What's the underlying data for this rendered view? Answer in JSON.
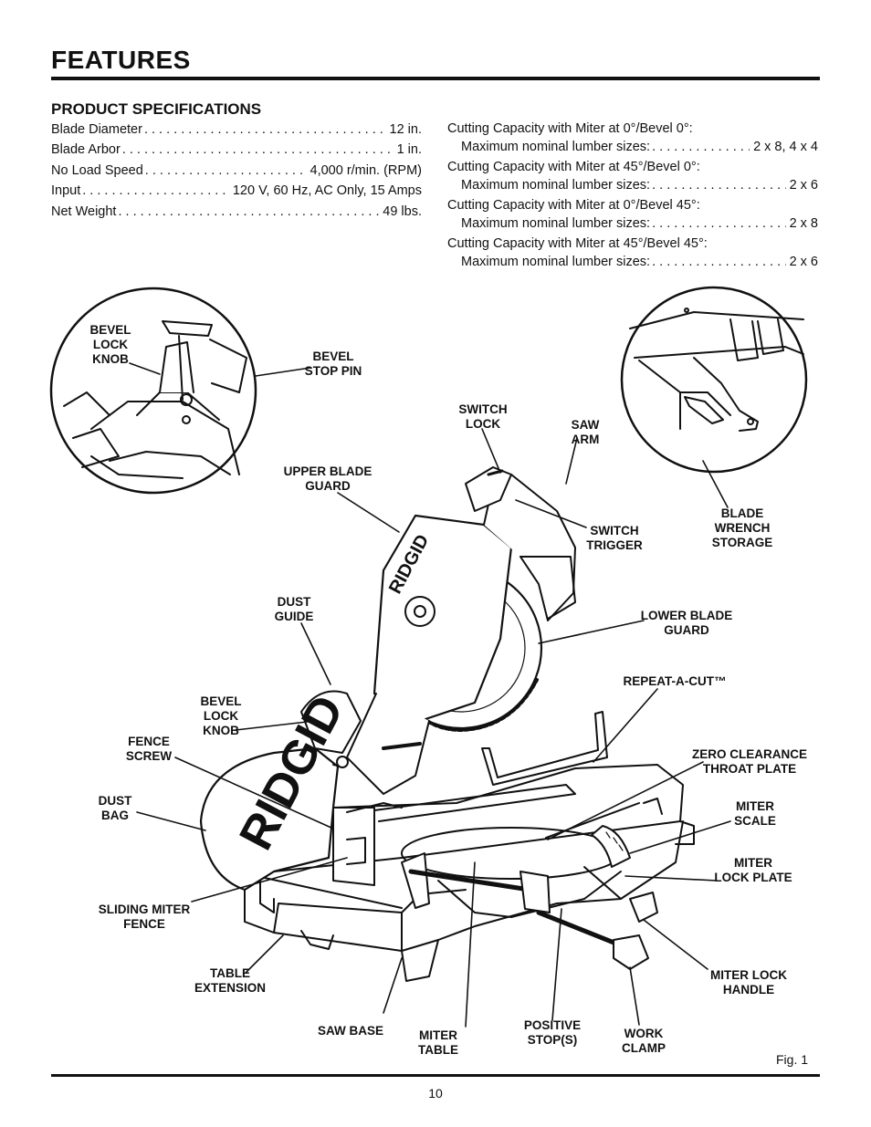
{
  "page": {
    "title": "FEATURES",
    "section_title": "PRODUCT SPECIFICATIONS",
    "figure_label": "Fig. 1",
    "page_number": "10"
  },
  "specs": [
    {
      "label": "Blade Diameter",
      "value": "12 in."
    },
    {
      "label": "Blade Arbor",
      "value": "1 in."
    },
    {
      "label": "No Load Speed",
      "value": "4,000 r/min. (RPM)"
    },
    {
      "label": "Input",
      "value": "120 V, 60 Hz, AC Only, 15 Amps"
    },
    {
      "label": "Net Weight",
      "value": "49 lbs."
    }
  ],
  "capacities": [
    {
      "heading": "Cutting Capacity with Miter at 0°/Bevel 0°:",
      "label": "Maximum nominal lumber sizes:",
      "value": "2 x 8, 4 x 4"
    },
    {
      "heading": "Cutting Capacity with Miter at 45°/Bevel 0°:",
      "label": "Maximum nominal lumber sizes:",
      "value": "2 x 6"
    },
    {
      "heading": "Cutting Capacity with Miter at 0°/Bevel 45°:",
      "label": "Maximum nominal lumber sizes:",
      "value": "2 x 8"
    },
    {
      "heading": "Cutting Capacity with Miter at 45°/Bevel 45°:",
      "label": "Maximum nominal lumber sizes:",
      "value": "2 x 6"
    }
  ],
  "diagram": {
    "brand_logo": "RIDGID",
    "bag_logo": "RIDGID",
    "callouts": {
      "bevel_lock_knob_inset": "BEVEL\nLOCK\nKNOB",
      "bevel_stop_pin": "BEVEL\nSTOP PIN",
      "switch_lock": "SWITCH\nLOCK",
      "saw_arm": "SAW\nARM",
      "upper_blade_guard": "UPPER BLADE\nGUARD",
      "switch_trigger": "SWITCH\nTRIGGER",
      "blade_wrench_storage": "BLADE\nWRENCH\nSTORAGE",
      "dust_guide": "DUST\nGUIDE",
      "lower_blade_guard": "LOWER BLADE\nGUARD",
      "repeat_a_cut": "REPEAT-A-CUT™",
      "bevel_lock_knob": "BEVEL\nLOCK\nKNOB",
      "fence_screw": "FENCE\nSCREW",
      "zero_clearance": "ZERO CLEARANCE\nTHROAT PLATE",
      "dust_bag": "DUST\nBAG",
      "miter_scale": "MITER\nSCALE",
      "miter_lock_plate": "MITER\nLOCK PLATE",
      "sliding_miter_fence": "SLIDING MITER\nFENCE",
      "table_extension": "TABLE\nEXTENSION",
      "miter_lock_handle": "MITER LOCK\nHANDLE",
      "saw_base": "SAW BASE",
      "miter_table": "MITER\nTABLE",
      "positive_stops": "POSITIVE\nSTOP(S)",
      "work_clamp": "WORK\nCLAMP"
    }
  }
}
